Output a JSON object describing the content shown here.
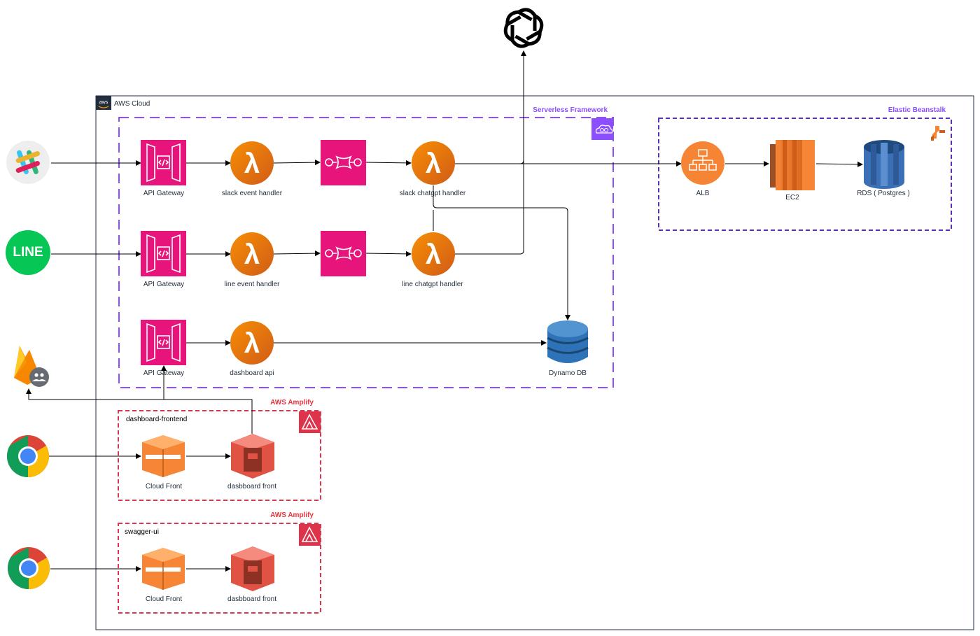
{
  "groups": {
    "aws_cloud": "AWS Cloud",
    "aws_badge": "aws",
    "serverless": "Serverless Framework",
    "beanstalk": "Elastic Beanstalk",
    "amplify_1": "AWS Amplify",
    "amplify_2": "AWS Amplify",
    "dashboard_frontend": "dashboard-frontend",
    "swagger_ui": "swagger-ui"
  },
  "nodes": {
    "apigw_1": "API Gateway",
    "apigw_2": "API Gateway",
    "apigw_3": "API Gateway",
    "slack_event": "slack event handler",
    "line_event": "line event handler",
    "dashboard_api": "dashboard api",
    "slack_chatgpt": "slack chatgpt handler",
    "line_chatgpt": "line chatgpt handler",
    "dynamo": "Dynamo DB",
    "alb": "ALB",
    "ec2": "EC2",
    "rds": "RDS ( Postgres )",
    "cloudfront_1": "Cloud Front",
    "cloudfront_2": "Cloud Front",
    "s3_1": "dasbboard front",
    "s3_2": "dasbboard front",
    "line_logo": "LINE"
  },
  "colors": {
    "apigw": "#e7157b",
    "lambda": "#ed7100",
    "serverless_border": "#8c4fff",
    "beanstalk_border": "#5a30b5",
    "amplify_border": "#dd344c",
    "amplify_text": "#e7333f",
    "dynamo": "#2e73b8",
    "rds": "#3b6fb6",
    "alb_orange": "#f58534",
    "s3_red": "#e05243",
    "line_green": "#06c755"
  },
  "icons": {
    "openai": "openai-logo-icon",
    "slack": "slack-logo-icon",
    "line": "line-logo-icon",
    "firebase": "firebase-logo-icon",
    "chrome": "chrome-logo-icon"
  }
}
